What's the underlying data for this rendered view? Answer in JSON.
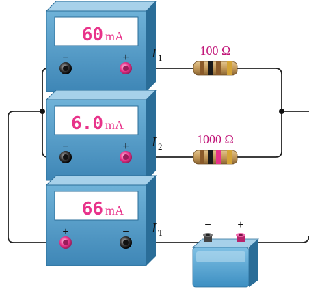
{
  "meters": [
    {
      "reading": "60",
      "unit": "mA",
      "left_terminal": "−",
      "right_terminal": "+"
    },
    {
      "reading": "6.0",
      "unit": "mA",
      "left_terminal": "−",
      "right_terminal": "+"
    },
    {
      "reading": "66",
      "unit": "mA",
      "left_terminal": "+",
      "right_terminal": "−"
    }
  ],
  "currents": {
    "i1_main": "I",
    "i1_sub": "1",
    "i2_main": "I",
    "i2_sub": "2",
    "it_main": "I",
    "it_sub": "T"
  },
  "resistors": [
    {
      "label": "100 Ω",
      "bands": [
        "#8a5a2a",
        "#1a1a1a",
        "#8a5a2a",
        "#d4a437"
      ]
    },
    {
      "label": "1000 Ω",
      "bands": [
        "#8a5a2a",
        "#1a1a1a",
        "#e8338a",
        "#d4a437"
      ]
    }
  ],
  "battery": {
    "neg_label": "−",
    "pos_label": "+"
  },
  "colors": {
    "meter_face": "#5ea4cc",
    "meter_side": "#2a6d98",
    "meter_top": "#a7d1ea",
    "display_text": "#e8338a",
    "positive_terminal": "#e8338a",
    "negative_terminal": "#333333",
    "wire": "#222222"
  }
}
